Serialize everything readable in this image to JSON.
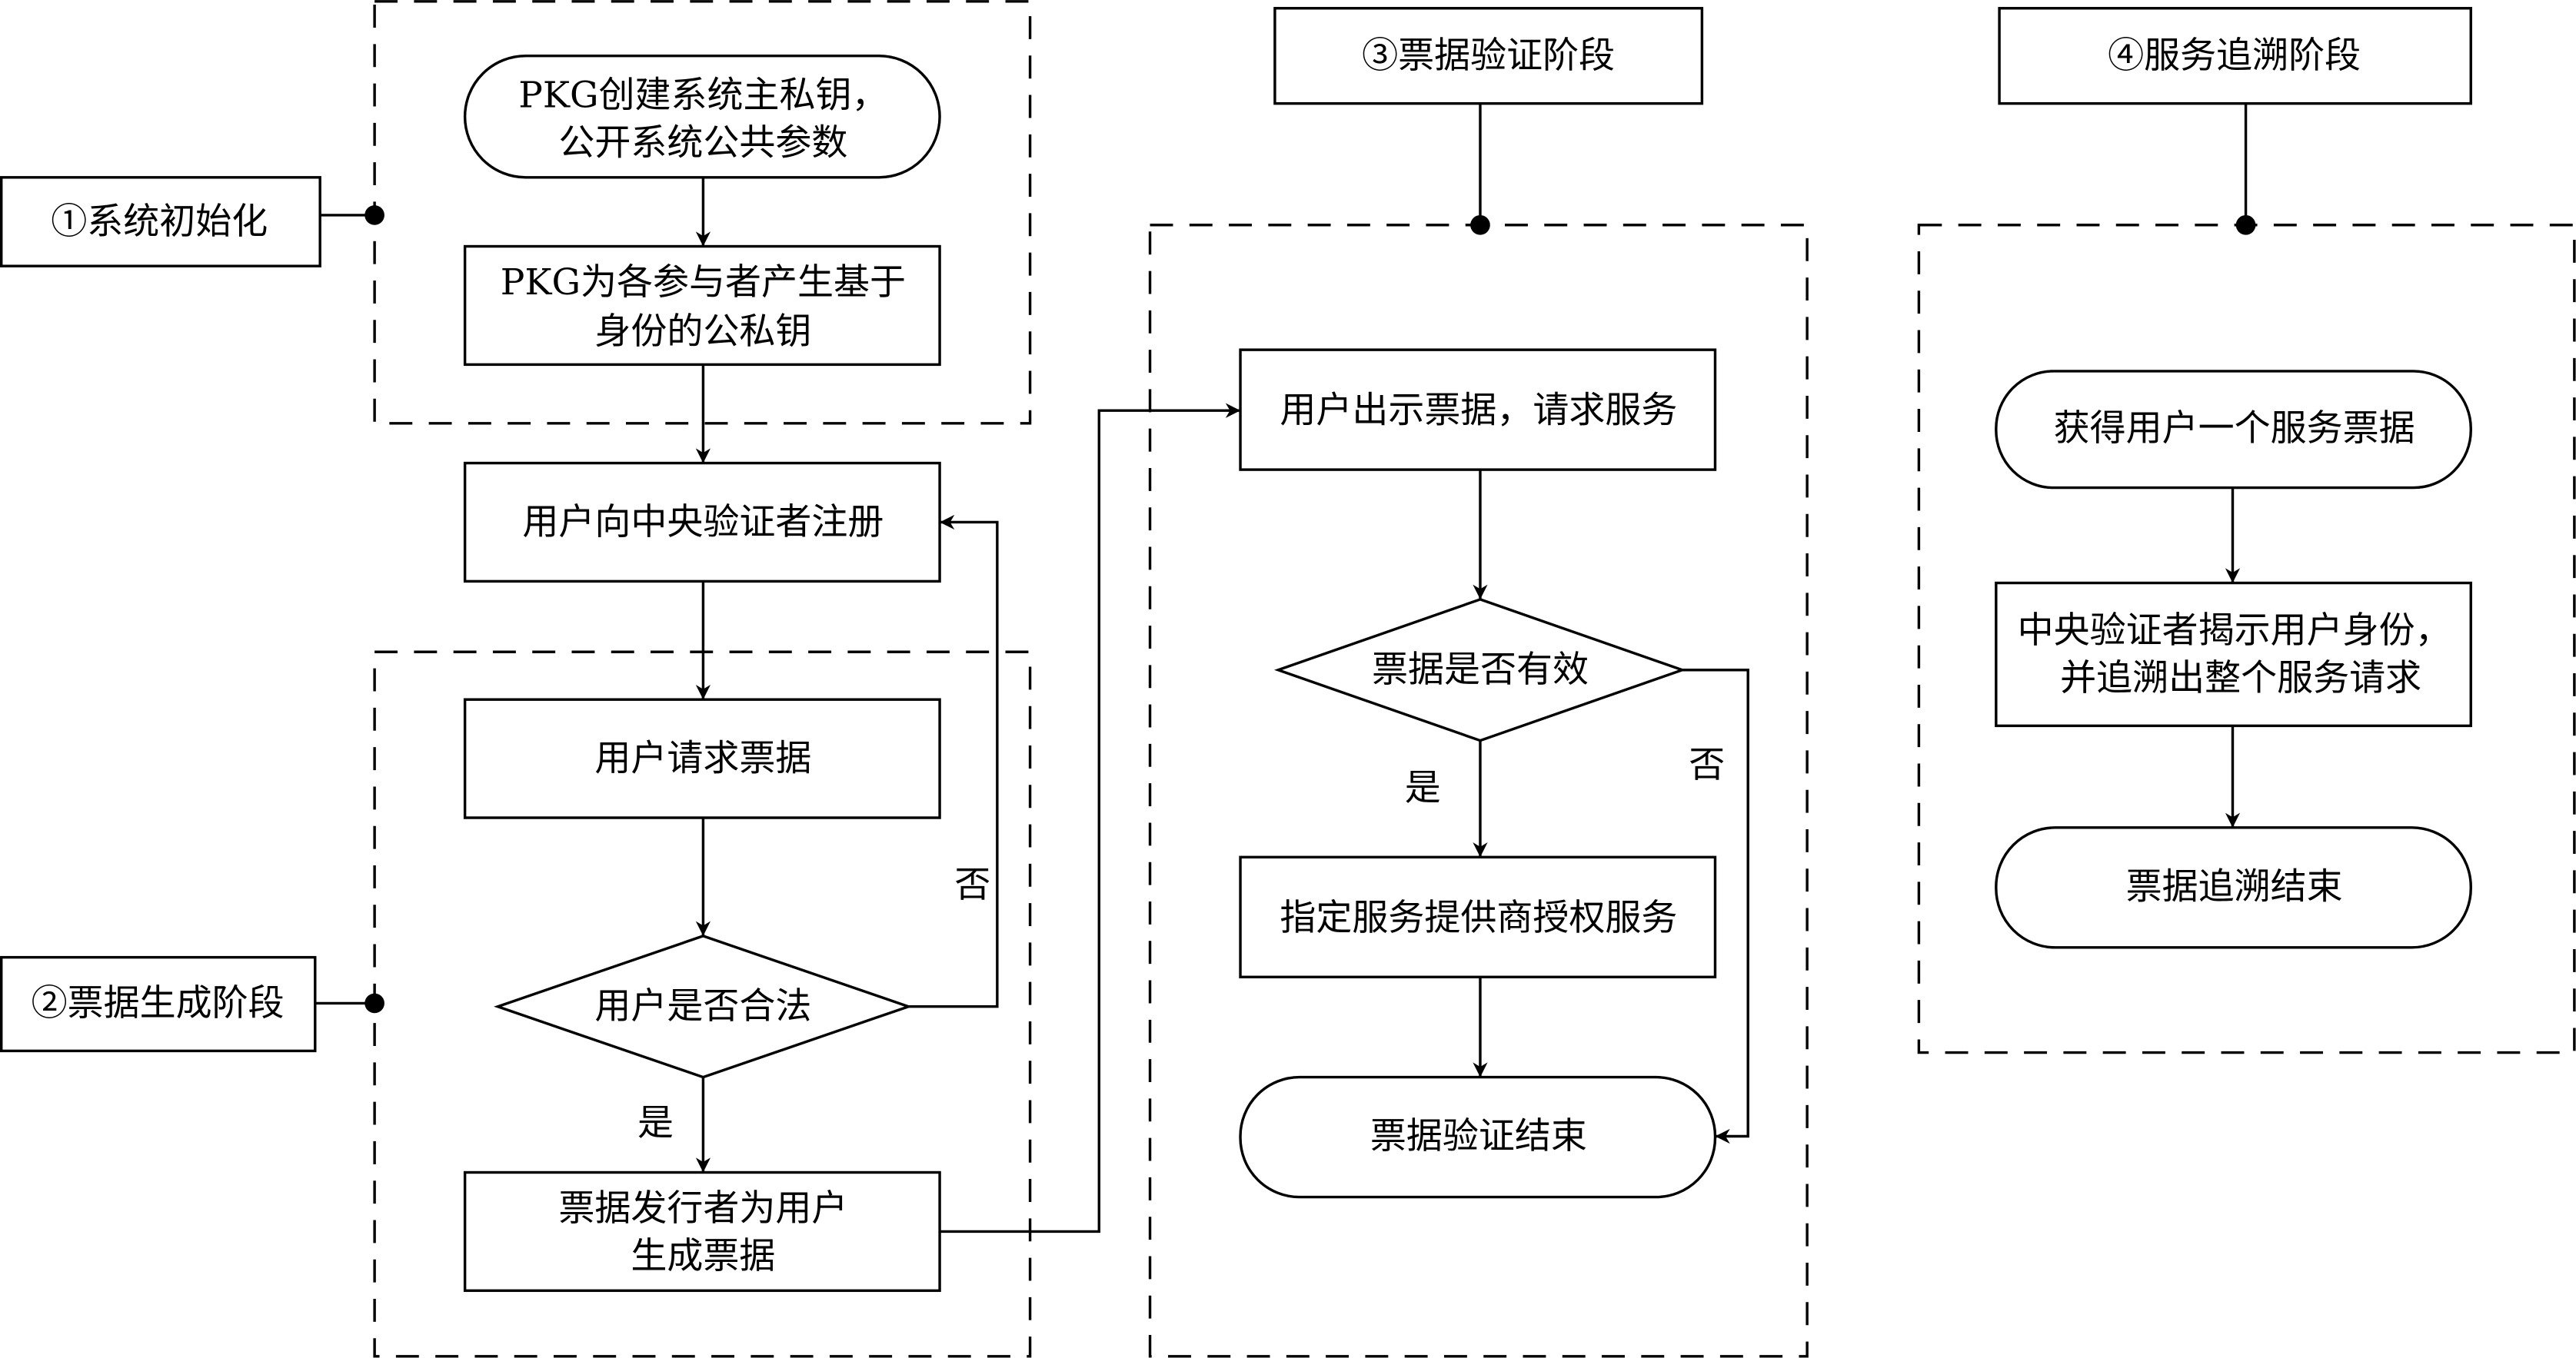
{
  "phases": {
    "p1": {
      "label": "①系统初始化"
    },
    "p2": {
      "label": "②票据生成阶段"
    },
    "p3": {
      "label": "③票据验证阶段"
    },
    "p4": {
      "label": "④服务追溯阶段"
    }
  },
  "nodes": {
    "pkg_create": {
      "lines": [
        "PKG创建系统主私钥，",
        "公开系统公共参数"
      ]
    },
    "pkg_keys": {
      "lines": [
        "PKG为各参与者产生基于",
        "身份的公私钥"
      ]
    },
    "register": {
      "lines": [
        "用户向中央验证者注册"
      ]
    },
    "request_ticket": {
      "lines": [
        "用户请求票据"
      ]
    },
    "user_legal": {
      "lines": [
        "用户是否合法"
      ]
    },
    "issue_ticket": {
      "lines": [
        "票据发行者为用户",
        "生成票据"
      ]
    },
    "show_ticket": {
      "lines": [
        "用户出示票据，请求服务"
      ]
    },
    "ticket_valid": {
      "lines": [
        "票据是否有效"
      ]
    },
    "authorize": {
      "lines": [
        "指定服务提供商授权服务"
      ]
    },
    "verify_end": {
      "lines": [
        "票据验证结束"
      ]
    },
    "obtain_ticket": {
      "lines": [
        "获得用户一个服务票据"
      ]
    },
    "reveal": {
      "lines": [
        "中央验证者揭示用户身份，",
        "并追溯出整个服务请求"
      ]
    },
    "trace_end": {
      "lines": [
        "票据追溯结束"
      ]
    }
  },
  "edge_labels": {
    "legal_no": "否",
    "legal_yes": "是",
    "valid_yes": "是",
    "valid_no": "否"
  }
}
